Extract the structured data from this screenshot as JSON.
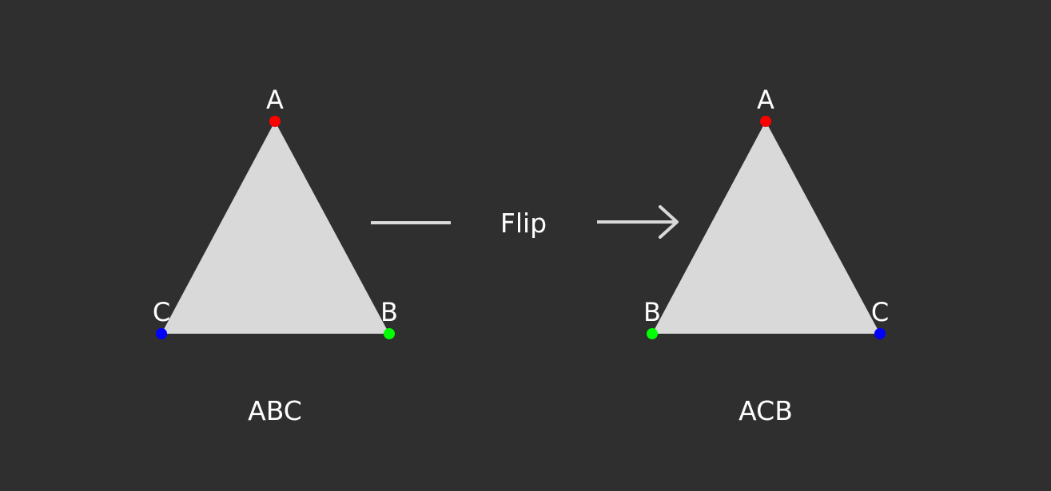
{
  "colors": {
    "background": "#2f2f2f",
    "triangle_fill": "#d9d9d9",
    "arrow": "#d9d9d9",
    "text": "#ffffff"
  },
  "left": {
    "vertices": {
      "top": {
        "label": "A",
        "color": "#ff0000"
      },
      "bottom_left": {
        "label": "C",
        "color": "#0000ff"
      },
      "bottom_right": {
        "label": "B",
        "color": "#00ff00"
      }
    },
    "caption": "ABC"
  },
  "arrow": {
    "label": "Flip"
  },
  "right": {
    "vertices": {
      "top": {
        "label": "A",
        "color": "#ff0000"
      },
      "bottom_left": {
        "label": "B",
        "color": "#00ff00"
      },
      "bottom_right": {
        "label": "C",
        "color": "#0000ff"
      }
    },
    "caption": "ACB"
  }
}
